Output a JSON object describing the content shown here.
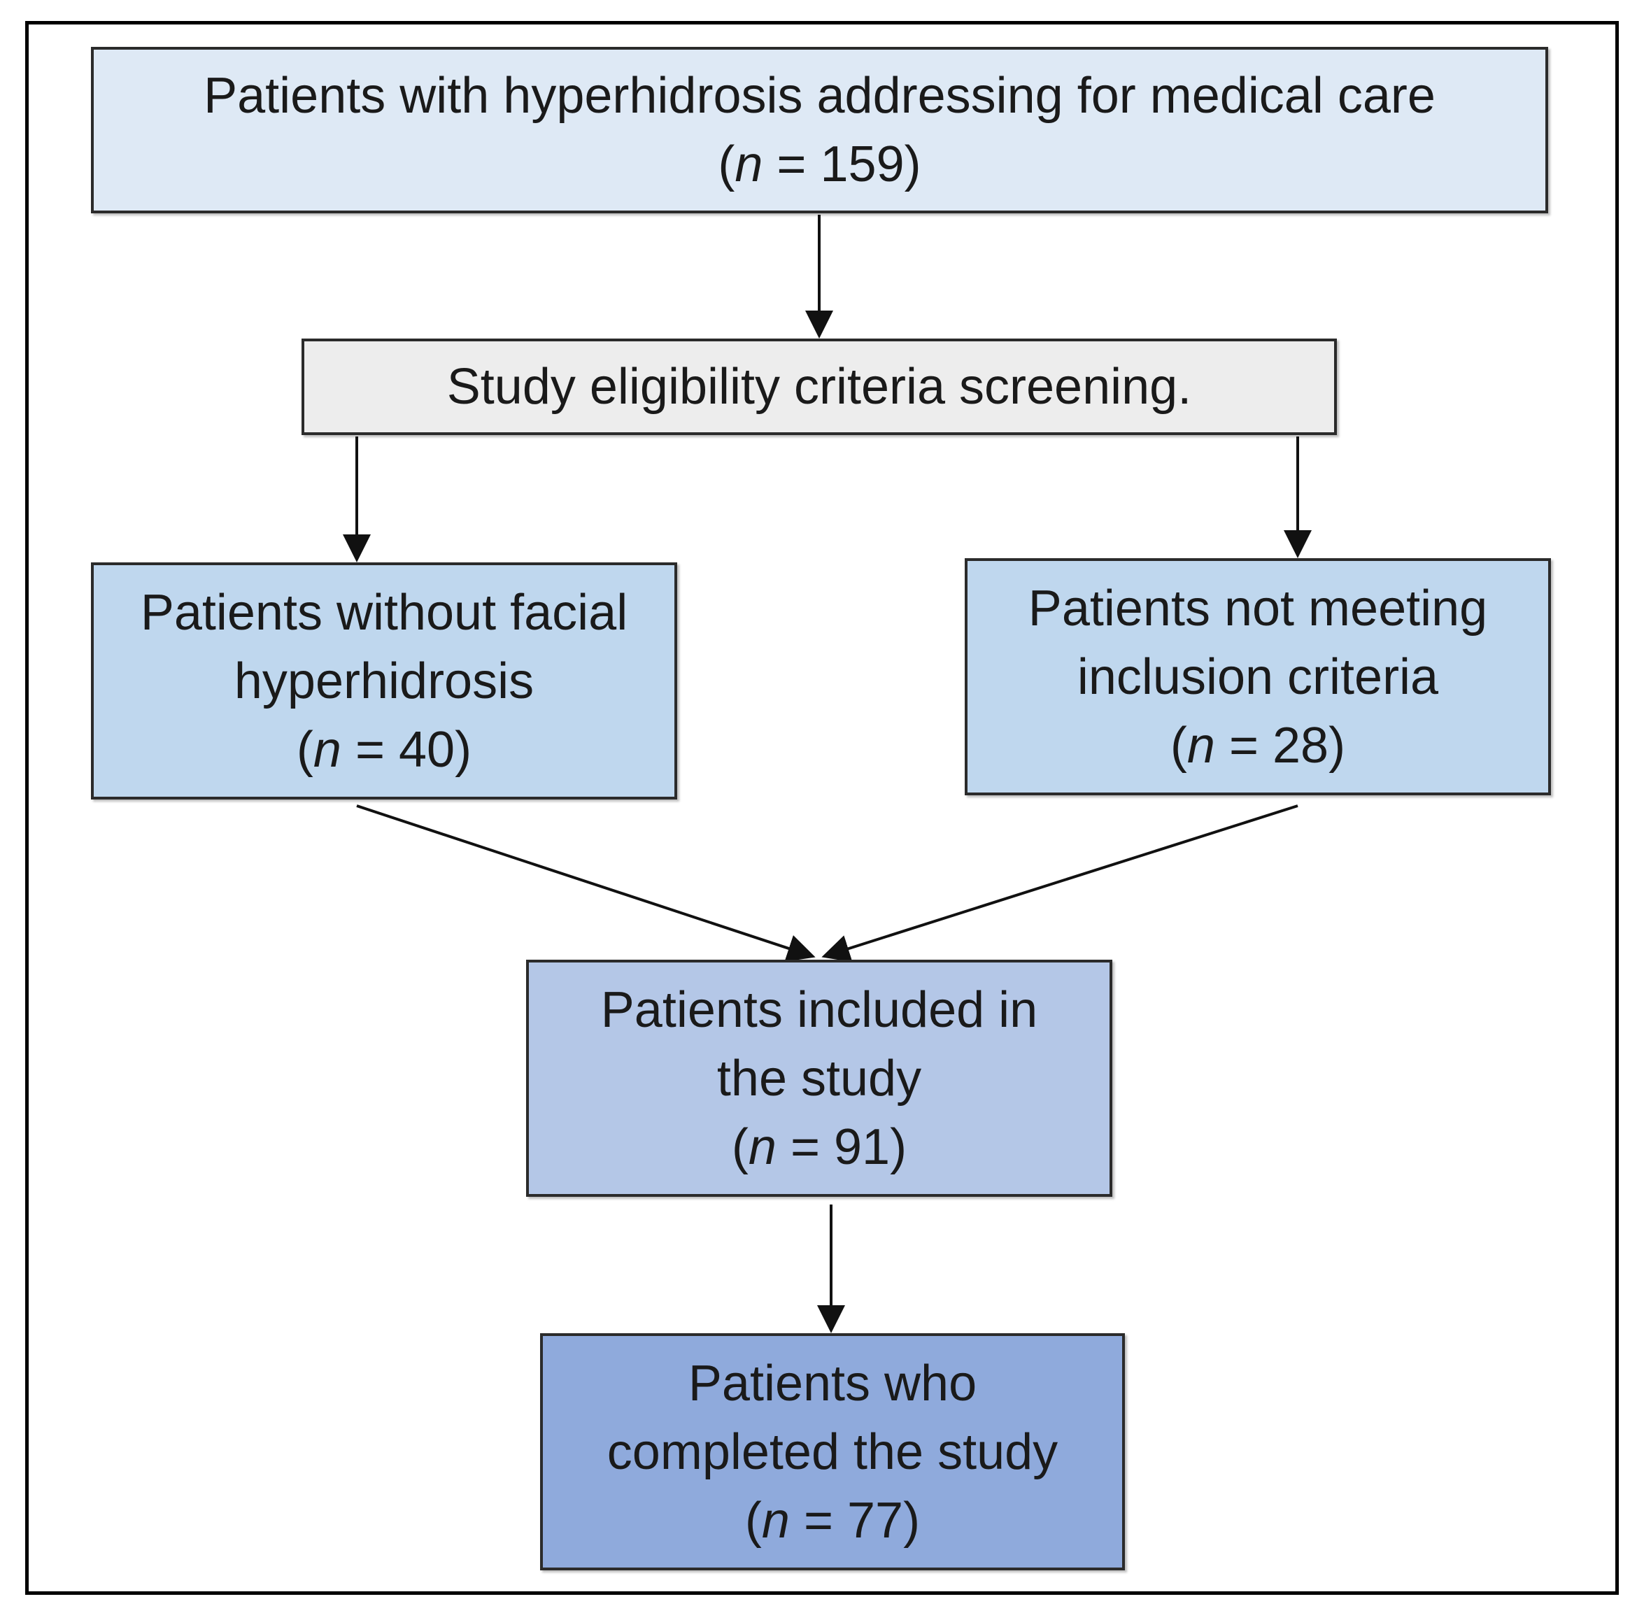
{
  "colors": {
    "top_fill": "#dee9f5",
    "screen_fill": "#ededed",
    "excluded_fill": "#bfd7ee",
    "included_fill": "#b4c7e7",
    "completed_fill": "#8faadc",
    "border": "#2b2b2b",
    "frame": "#000000"
  },
  "nodes": {
    "top": {
      "line1": "Patients with hyperhidrosis addressing for medical care",
      "n_prefix": "(",
      "n_symbol": "n",
      "n_rest": " = 159)"
    },
    "screening": {
      "line1": "Study eligibility criteria screening."
    },
    "without_facial": {
      "line1": "Patients without facial",
      "line2": "hyperhidrosis",
      "n_prefix": "(",
      "n_symbol": "n",
      "n_rest": " = 40)"
    },
    "not_meeting": {
      "line1": "Patients not meeting",
      "line2": "inclusion criteria",
      "n_prefix": "(",
      "n_symbol": "n",
      "n_rest": " = 28)"
    },
    "included": {
      "line1": "Patients included in",
      "line2": "the study",
      "n_prefix": "(",
      "n_symbol": "n",
      "n_rest": " = 91)"
    },
    "completed": {
      "line1": "Patients who",
      "line2": "completed the study",
      "n_prefix": "(",
      "n_symbol": "n",
      "n_rest": " = 77)"
    }
  },
  "edges": [
    {
      "from": "top",
      "to": "screening"
    },
    {
      "from": "screening",
      "to": "without_facial"
    },
    {
      "from": "screening",
      "to": "not_meeting"
    },
    {
      "from": "without_facial",
      "to": "included"
    },
    {
      "from": "not_meeting",
      "to": "included"
    },
    {
      "from": "included",
      "to": "completed"
    }
  ]
}
